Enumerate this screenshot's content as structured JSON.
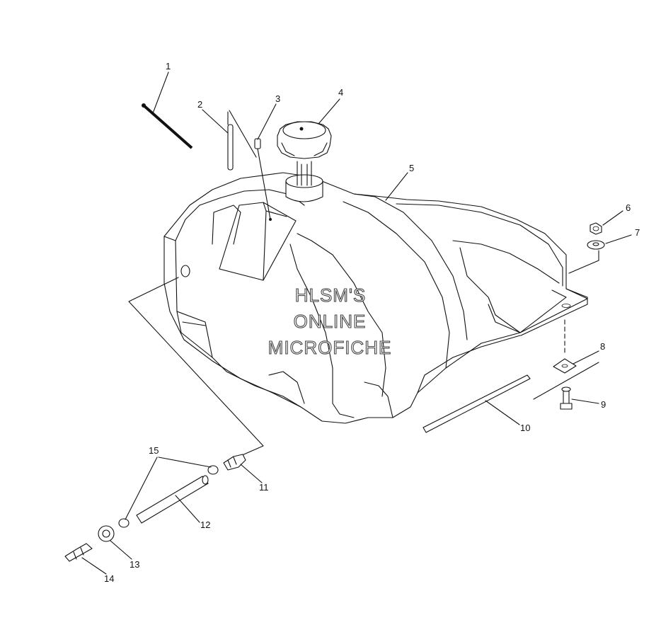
{
  "watermark": {
    "line1": "HLSM'S",
    "line2": "ONLINE",
    "line3": "MICROFICHE"
  },
  "callouts": [
    {
      "id": "1",
      "label": "1"
    },
    {
      "id": "2",
      "label": "2"
    },
    {
      "id": "3",
      "label": "3"
    },
    {
      "id": "4",
      "label": "4"
    },
    {
      "id": "5",
      "label": "5"
    },
    {
      "id": "6",
      "label": "6"
    },
    {
      "id": "7",
      "label": "7"
    },
    {
      "id": "8",
      "label": "8"
    },
    {
      "id": "9",
      "label": "9"
    },
    {
      "id": "10",
      "label": "10"
    },
    {
      "id": "11",
      "label": "11"
    },
    {
      "id": "12",
      "label": "12"
    },
    {
      "id": "13",
      "label": "13"
    },
    {
      "id": "14",
      "label": "14"
    },
    {
      "id": "15",
      "label": "15"
    }
  ]
}
